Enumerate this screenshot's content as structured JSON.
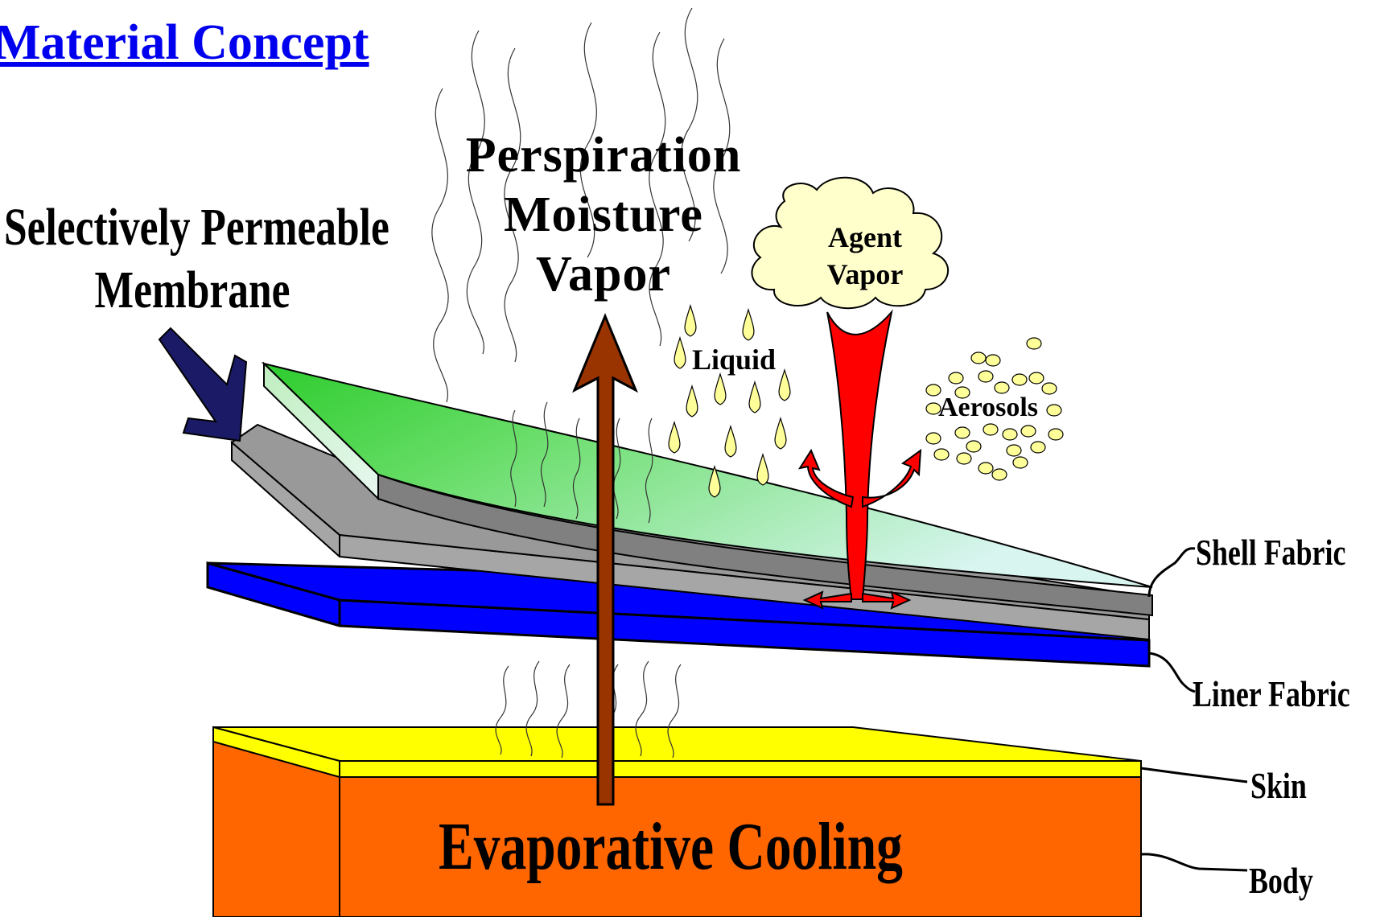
{
  "title": "Material Concept",
  "labels": {
    "membrane_line1": "Selectively Permeable",
    "membrane_line2": "Membrane",
    "perspiration_line1": "Perspiration",
    "perspiration_line2": "Moisture",
    "perspiration_line3": "Vapor",
    "agent_line1": "Agent",
    "agent_line2": "Vapor",
    "liquid": "Liquid",
    "aerosols": "Aerosols",
    "shell_fabric": "Shell Fabric",
    "liner_fabric": "Liner Fabric",
    "skin": "Skin",
    "body": "Body",
    "evaporative_cooling": "Evaporative Cooling"
  },
  "colors": {
    "title": "#0000ee",
    "shell_membrane": "#33cc33",
    "shell_gray": "#999999",
    "liner": "#0000ff",
    "skin": "#ffff00",
    "body": "#ff6600",
    "agent": "#ff0000",
    "cloud": "#ffffcc",
    "droplet": "#ffff99",
    "arrow": "#993300",
    "membrane_arrow": "#000066"
  }
}
